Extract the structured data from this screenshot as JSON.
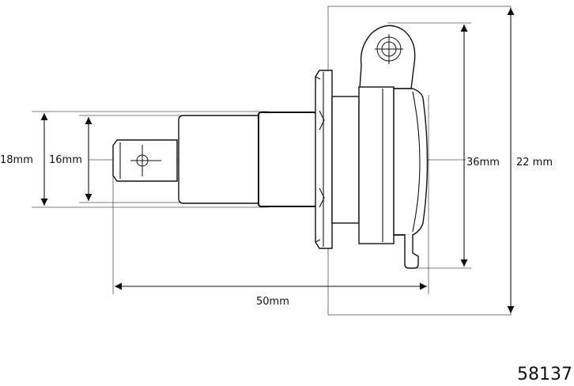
{
  "dimensions": {
    "d18": "18mm",
    "d16": "16mm",
    "d36": "36mm",
    "d22": "22 mm",
    "d50": "50mm"
  },
  "part_number": "58137"
}
